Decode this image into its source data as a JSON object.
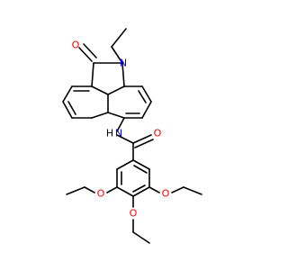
{
  "colors": {
    "bond": "#000000",
    "oxygen": "#ff0000",
    "nitrogen": "#0000ff",
    "hydrogen": "#000000"
  },
  "atoms": {
    "o_lactam": "O",
    "n_lactam": "N",
    "n_amide": "N",
    "h_amide": "H",
    "o_amide": "O",
    "o_ether_left": "O",
    "o_ether_right": "O",
    "o_ether_bottom": "O"
  }
}
